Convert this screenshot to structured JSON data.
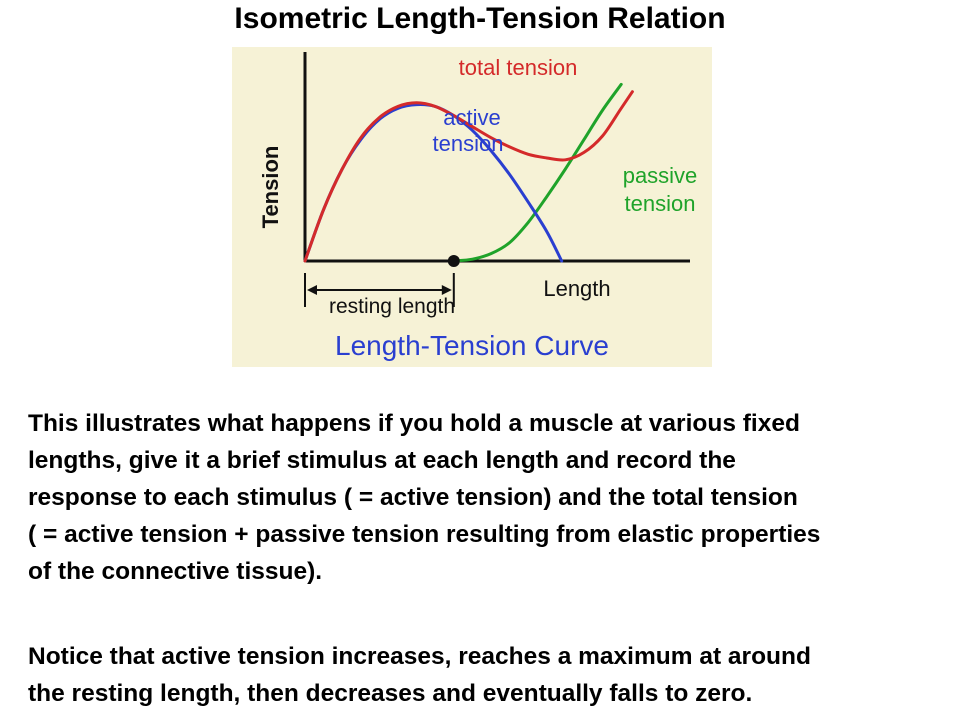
{
  "slide": {
    "title": "Isometric Length-Tension Relation",
    "paragraph1": [
      "This illustrates what happens if you hold a muscle at various fixed",
      "lengths, give it a brief stimulus at each length and record the",
      "response to each stimulus ( = active tension) and the total tension",
      "( = active tension + passive tension resulting from elastic properties",
      "of the connective tissue)."
    ],
    "paragraph2": [
      "Notice that active tension increases, reaches a maximum at around",
      "the resting length, then decreases and eventually falls to zero."
    ]
  },
  "chart_data": {
    "type": "line",
    "title": "Length-Tension Curve",
    "xlabel": "Length",
    "ylabel": "Tension",
    "xlim": [
      0,
      100
    ],
    "ylim": [
      0,
      100
    ],
    "grid": false,
    "colors": {
      "total": "#d42a2a",
      "active": "#2a3fd0",
      "passive": "#1fa32a",
      "axis": "#111111",
      "title": "#2a3fd0",
      "background": "#f6f2d6"
    },
    "series": [
      {
        "key": "total",
        "name": "total tension",
        "points": [
          [
            0,
            0
          ],
          [
            5,
            28
          ],
          [
            10,
            50
          ],
          [
            15,
            67
          ],
          [
            20,
            78
          ],
          [
            25,
            84
          ],
          [
            30,
            86
          ],
          [
            35,
            84
          ],
          [
            40,
            79
          ],
          [
            45,
            73
          ],
          [
            50,
            67
          ],
          [
            55,
            62
          ],
          [
            60,
            58
          ],
          [
            65,
            56
          ],
          [
            70,
            55
          ],
          [
            75,
            59
          ],
          [
            80,
            68
          ],
          [
            85,
            83
          ],
          [
            88,
            92
          ]
        ]
      },
      {
        "key": "active",
        "name": "active tension",
        "points": [
          [
            0,
            0
          ],
          [
            5,
            28
          ],
          [
            10,
            50
          ],
          [
            15,
            66
          ],
          [
            20,
            77
          ],
          [
            25,
            83
          ],
          [
            30,
            85
          ],
          [
            35,
            84
          ],
          [
            40,
            79
          ],
          [
            45,
            71
          ],
          [
            50,
            60
          ],
          [
            55,
            47
          ],
          [
            60,
            32
          ],
          [
            65,
            16
          ],
          [
            69,
            0
          ]
        ]
      },
      {
        "key": "passive",
        "name": "passive tension",
        "points": [
          [
            40,
            0
          ],
          [
            45,
            1
          ],
          [
            50,
            4
          ],
          [
            55,
            10
          ],
          [
            60,
            21
          ],
          [
            65,
            35
          ],
          [
            70,
            50
          ],
          [
            75,
            66
          ],
          [
            80,
            82
          ],
          [
            85,
            96
          ]
        ]
      }
    ],
    "marker": {
      "x": 40,
      "y": 0
    },
    "annotations": {
      "resting_length": "resting length",
      "total_line1": "total tension",
      "active_line1": "active",
      "active_line2": "tension",
      "passive_line1": "passive",
      "passive_line2": "tension"
    }
  }
}
